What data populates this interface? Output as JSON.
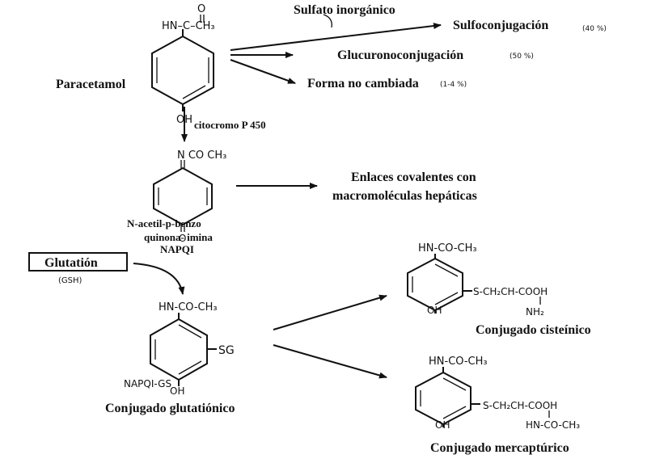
{
  "paracetamol": {
    "substituent_top": "HN–C–CH₃",
    "carbonyl_o": "O",
    "oh": "OH",
    "name": "Paracetamol"
  },
  "pathways": {
    "sulfato": "Sulfato inorgánico",
    "sulfo": "Sulfoconjugación",
    "sulfo_pct": "(40 %)",
    "glucurono": "Glucuronoconjugación",
    "glucurono_pct": "(50 %)",
    "unchanged": "Forma no cambiada",
    "unchanged_pct": "(1-4 %)",
    "cyp": "citocromo P 450",
    "covalent_line1": "Enlaces covalentes con",
    "covalent_line2": "macromoléculas hepáticas"
  },
  "napqi": {
    "substituent_top": "N CO CH₃",
    "o": "O",
    "name_line1": "N-acetil-p-benzo",
    "name_line2": "quinona- imina",
    "name_line3": "NAPQI"
  },
  "glutathione": {
    "label": "Glutatión",
    "abbr": "(GSH)"
  },
  "gs_conjugate": {
    "substituent_top": "HN-CO-CH₃",
    "sg": "SG",
    "oh": "OH",
    "code": "NAPQI-GS",
    "name": "Conjugado glutatiónico"
  },
  "cysteine_conjugate": {
    "substituent_top": "HN-CO-CH₃",
    "side_chain": "S-CH₂CH-COOH",
    "nh2": "NH₂",
    "oh": "OH",
    "name": "Conjugado cisteínico"
  },
  "mercapturic_conjugate": {
    "substituent_top": "HN-CO-CH₃",
    "side_chain": "S-CH₂CH-COOH",
    "nh": "HN-CO-CH₃",
    "oh": "OH",
    "name": "Conjugado mercaptúrico"
  }
}
